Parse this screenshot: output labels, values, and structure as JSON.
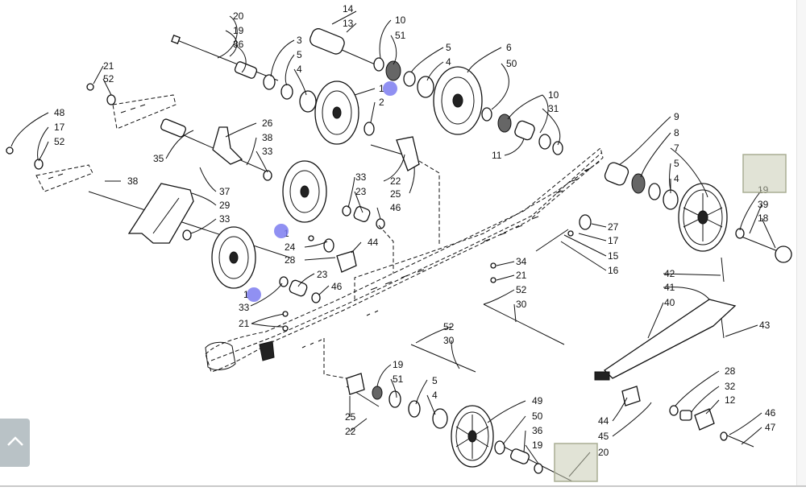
{
  "hotspot_color": "#7c7cf0",
  "callout_color": "#c8ccb4",
  "scroll_icon": "chevron-up-icon",
  "upper_left_labels": {
    "n20": "20",
    "n19": "19",
    "n36": "36",
    "n3": "3",
    "n5": "5",
    "n4": "4",
    "n21": "21",
    "n52": "52",
    "n48": "48",
    "n17": "17",
    "n52b": "52"
  },
  "upper_mid_labels": {
    "n14": "14",
    "n13": "13",
    "n10": "10",
    "n51": "51",
    "n5": "5",
    "n4": "4",
    "n6": "6",
    "n50": "50",
    "n1": "1",
    "n2": "2",
    "n10b": "10",
    "n31": "31",
    "n11": "11"
  },
  "center_labels": {
    "n26": "26",
    "n38": "38",
    "n33": "33",
    "n35": "35",
    "n37": "37",
    "n29": "29",
    "n33b": "33",
    "n38b": "38",
    "n33c": "33",
    "n23": "23",
    "n46": "46",
    "n22": "22",
    "n25": "25",
    "n1": "1",
    "n24": "24",
    "n28": "28",
    "n44": "44",
    "n1b": "1",
    "n23b": "23",
    "n46b": "46",
    "n33d": "33",
    "n21": "21"
  },
  "right_labels": {
    "n9": "9",
    "n8": "8",
    "n7": "7",
    "n5": "5",
    "n4": "4",
    "n19": "19",
    "n39": "39",
    "n18": "18",
    "n27": "27",
    "n17": "17",
    "n15": "15",
    "n16": "16",
    "n34": "34",
    "n21": "21",
    "n52": "52",
    "n30": "30",
    "n42": "42",
    "n41": "41",
    "n40": "40",
    "n43": "43"
  },
  "lower_labels": {
    "n52": "52",
    "n30": "30",
    "n19": "19",
    "n51": "51",
    "n5": "5",
    "n4": "4",
    "n25": "25",
    "n22": "22",
    "n49": "49",
    "n50": "50",
    "n36": "36",
    "n19b": "19",
    "n20": "20",
    "n28": "28",
    "n32": "32",
    "n12": "12",
    "n44": "44",
    "n45": "45",
    "n46": "46",
    "n47": "47"
  }
}
